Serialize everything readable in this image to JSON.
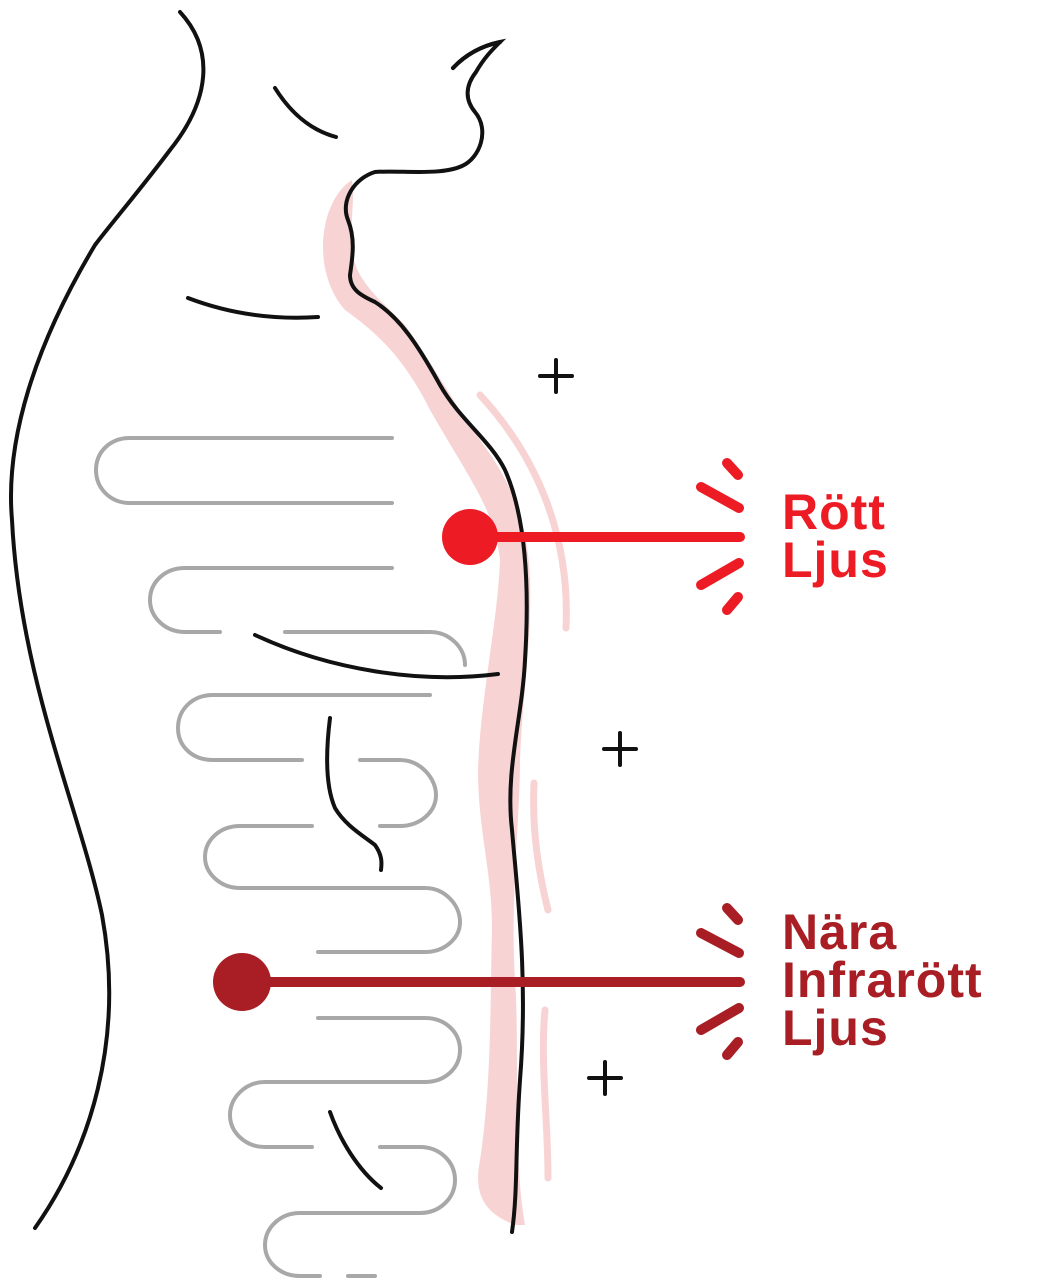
{
  "colors": {
    "red_light": "#ED1C24",
    "near_infrared": "#A81E24",
    "skin_highlight": "#F8D3D4",
    "outline": "#111111",
    "intestine": "#A8A8A8"
  },
  "labels": {
    "red_light": [
      "Rött",
      "Ljus"
    ],
    "near_infrared": [
      "Nära",
      "Infrarött",
      "Ljus"
    ]
  },
  "markers": {
    "plus": "+"
  },
  "icons": [
    "body-silhouette",
    "light-ray-icon",
    "plus-icon"
  ]
}
